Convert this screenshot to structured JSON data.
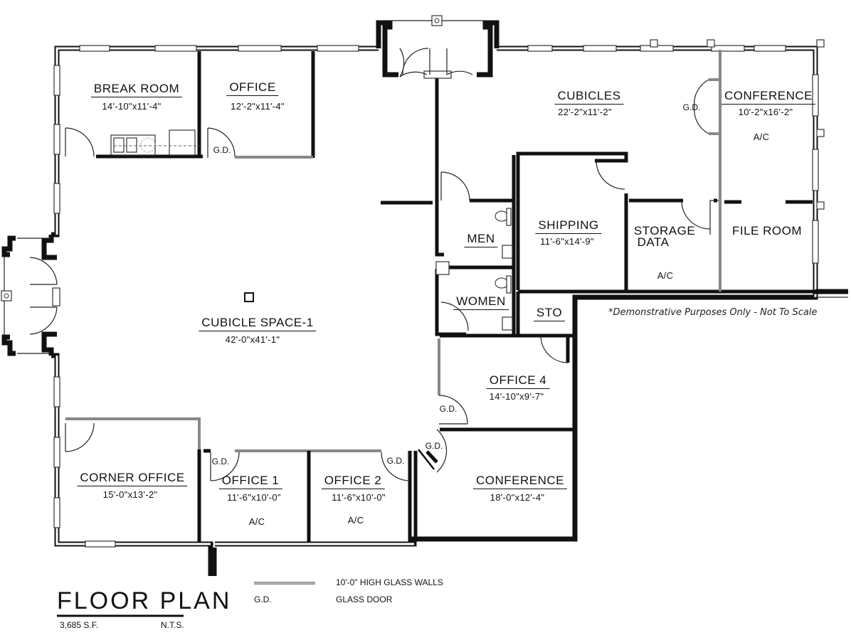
{
  "title": {
    "main": "FLOOR PLAN",
    "area": "3,685 S.F.",
    "scale": "N.T.S."
  },
  "note": "*Demonstrative Purposes Only - Not To Scale",
  "legend": {
    "glass_wall_label": "10'-0\" HIGH GLASS WALLS",
    "glass_door_abbr": "G.D.",
    "glass_door_label": "GLASS DOOR",
    "glass_wall_color": "#888888"
  },
  "rooms": {
    "break_room": {
      "name": "BREAK ROOM",
      "dim": "14'-10\"x11'-4\""
    },
    "office": {
      "name": "OFFICE",
      "dim": "12'-2\"x11'-4\""
    },
    "cubicles": {
      "name": "CUBICLES",
      "dim": "22'-2\"x11'-2\""
    },
    "conference_ne": {
      "name": "CONFERENCE",
      "dim": "10'-2\"x16'-2\"",
      "extra": "A/C"
    },
    "shipping": {
      "name": "SHIPPING",
      "dim": "11'-6\"x14'-9\""
    },
    "storage_data": {
      "name_line1": "STORAGE",
      "name_line2": "DATA",
      "extra": "A/C"
    },
    "file_room": {
      "name": "FILE ROOM"
    },
    "men": {
      "name": "MEN"
    },
    "women": {
      "name": "WOMEN"
    },
    "sto": {
      "name": "STO"
    },
    "cubicle_space": {
      "name": "CUBICLE SPACE-1",
      "dim": "42'-0\"x41'-1\""
    },
    "office_4": {
      "name": "OFFICE  4",
      "dim": "14'-10\"x9'-7\""
    },
    "conference_se": {
      "name": "CONFERENCE",
      "dim": "18'-0\"x12'-4\""
    },
    "corner_office": {
      "name": "CORNER OFFICE",
      "dim": "15'-0\"x13'-2\""
    },
    "office_1": {
      "name": "OFFICE  1",
      "dim": "11'-6\"x10'-0\"",
      "extra": "A/C"
    },
    "office_2": {
      "name": "OFFICE  2",
      "dim": "11'-6\"x10'-0\"",
      "extra": "A/C"
    }
  },
  "door_tags": {
    "gd": "G.D."
  }
}
